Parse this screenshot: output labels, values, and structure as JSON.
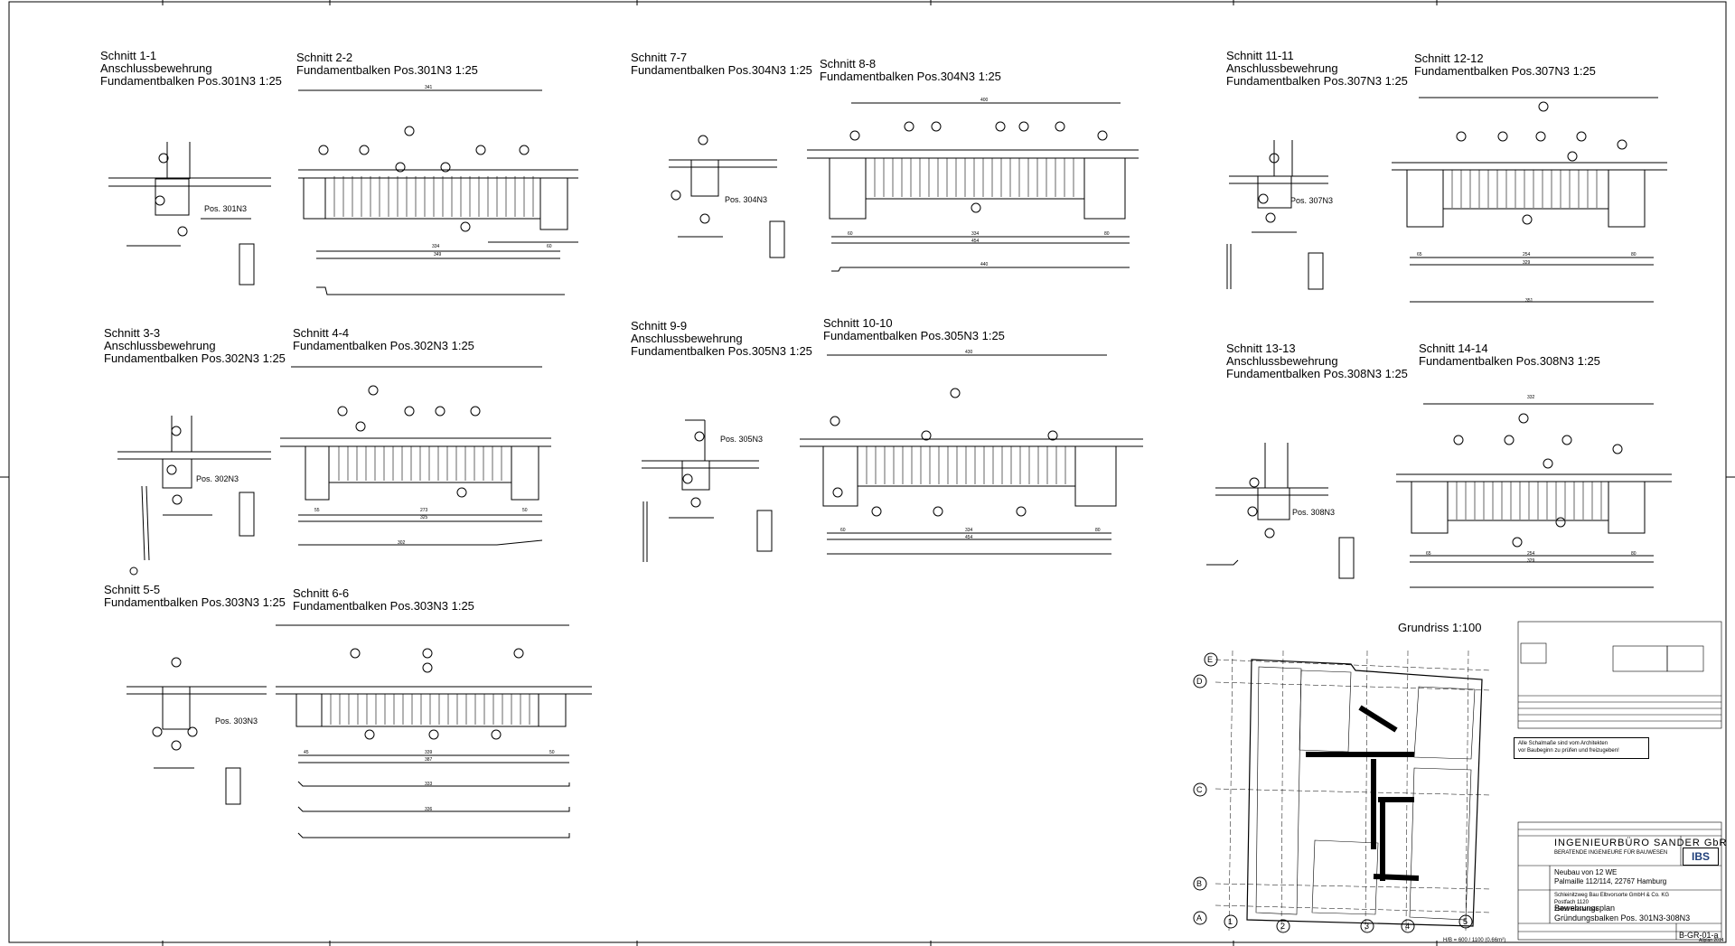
{
  "sections": [
    {
      "id": "s1",
      "lines": [
        "Schnitt 1-1",
        "Anschlussbewehrung",
        "Fundamentbalken Pos.301N3 1:25"
      ],
      "pos_label": "Pos. 301N3"
    },
    {
      "id": "s2",
      "lines": [
        "Schnitt 2-2",
        "Fundamentbalken Pos.301N3 1:25"
      ]
    },
    {
      "id": "s3",
      "lines": [
        "Schnitt 3-3",
        "Anschlussbewehrung",
        "Fundamentbalken Pos.302N3 1:25"
      ],
      "pos_label": "Pos. 302N3"
    },
    {
      "id": "s4",
      "lines": [
        "Schnitt 4-4",
        "Fundamentbalken Pos.302N3 1:25"
      ]
    },
    {
      "id": "s5",
      "lines": [
        "Schnitt 5-5",
        "Fundamentbalken Pos.303N3 1:25"
      ],
      "pos_label": "Pos. 303N3"
    },
    {
      "id": "s6",
      "lines": [
        "Schnitt 6-6",
        "Fundamentbalken Pos.303N3 1:25"
      ]
    },
    {
      "id": "s7",
      "lines": [
        "Schnitt 7-7",
        "Fundamentbalken Pos.304N3 1:25"
      ],
      "pos_label": "Pos. 304N3"
    },
    {
      "id": "s8",
      "lines": [
        "Schnitt 8-8",
        "Fundamentbalken Pos.304N3 1:25"
      ]
    },
    {
      "id": "s9",
      "lines": [
        "Schnitt 9-9",
        "Anschlussbewehrung",
        "Fundamentbalken Pos.305N3 1:25"
      ],
      "pos_label": "Pos. 305N3"
    },
    {
      "id": "s10",
      "lines": [
        "Schnitt 10-10",
        "Fundamentbalken Pos.305N3 1:25"
      ]
    },
    {
      "id": "s11",
      "lines": [
        "Schnitt 11-11",
        "Anschlussbewehrung",
        "Fundamentbalken Pos.307N3 1:25"
      ],
      "pos_label": "Pos. 307N3"
    },
    {
      "id": "s12",
      "lines": [
        "Schnitt 12-12",
        "Fundamentbalken Pos.307N3 1:25"
      ]
    },
    {
      "id": "s13",
      "lines": [
        "Schnitt 13-13",
        "Anschlussbewehrung",
        "Fundamentbalken Pos.308N3 1:25"
      ],
      "pos_label": "Pos. 308N3"
    },
    {
      "id": "s14",
      "lines": [
        "Schnitt 14-14",
        "Fundamentbalken Pos.308N3 1:25"
      ]
    }
  ],
  "dims": {
    "s2": [
      "349",
      "334",
      "60",
      "341"
    ],
    "s4": [
      "273",
      "325",
      "55",
      "50",
      "302"
    ],
    "s6": [
      "45",
      "339",
      "387",
      "50",
      "333",
      "336"
    ],
    "s8": [
      "60",
      "334",
      "454",
      "80",
      "400",
      "440"
    ],
    "s10": [
      "60",
      "334",
      "454",
      "80",
      "430"
    ],
    "s12": [
      "65",
      "254",
      "329",
      "80",
      "351"
    ],
    "s14": [
      "65",
      "254",
      "329",
      "80",
      "332"
    ]
  },
  "grundriss": {
    "title": "Grundriss 1:100",
    "axes_h": [
      "E",
      "D",
      "C",
      "B",
      "A"
    ],
    "axes_v": [
      "1",
      "2",
      "3",
      "4",
      "5"
    ]
  },
  "note": [
    "Alle Schalmaße sind vom Architekten",
    "vor Baubeginn zu prüfen und freizugeben!"
  ],
  "titleblock": {
    "company": "INGENIEURBÜRO SANDER GbR",
    "company_sub": "BERATENDE INGENIEURE FÜR BAUWESEN",
    "logo": "IBS",
    "project": "Neubau von 12 WE",
    "project_addr": "Palmaille 112/114, 22767 Hamburg",
    "client": "Schleinitzweg Bau Elbvorsorte GmbH & Co. KG",
    "client_addr": "Postfach 1120",
    "client_city": "25469 Halstenbek",
    "plan_title": "Bewehrungsplan",
    "plan_subtitle": "Gründungsbalken Pos. 301N3-308N3",
    "plan_no": "B-GR-01-a",
    "scale": "H/B = 600 / 1100 (0.66m²)",
    "corner": "Allplan 2014"
  }
}
